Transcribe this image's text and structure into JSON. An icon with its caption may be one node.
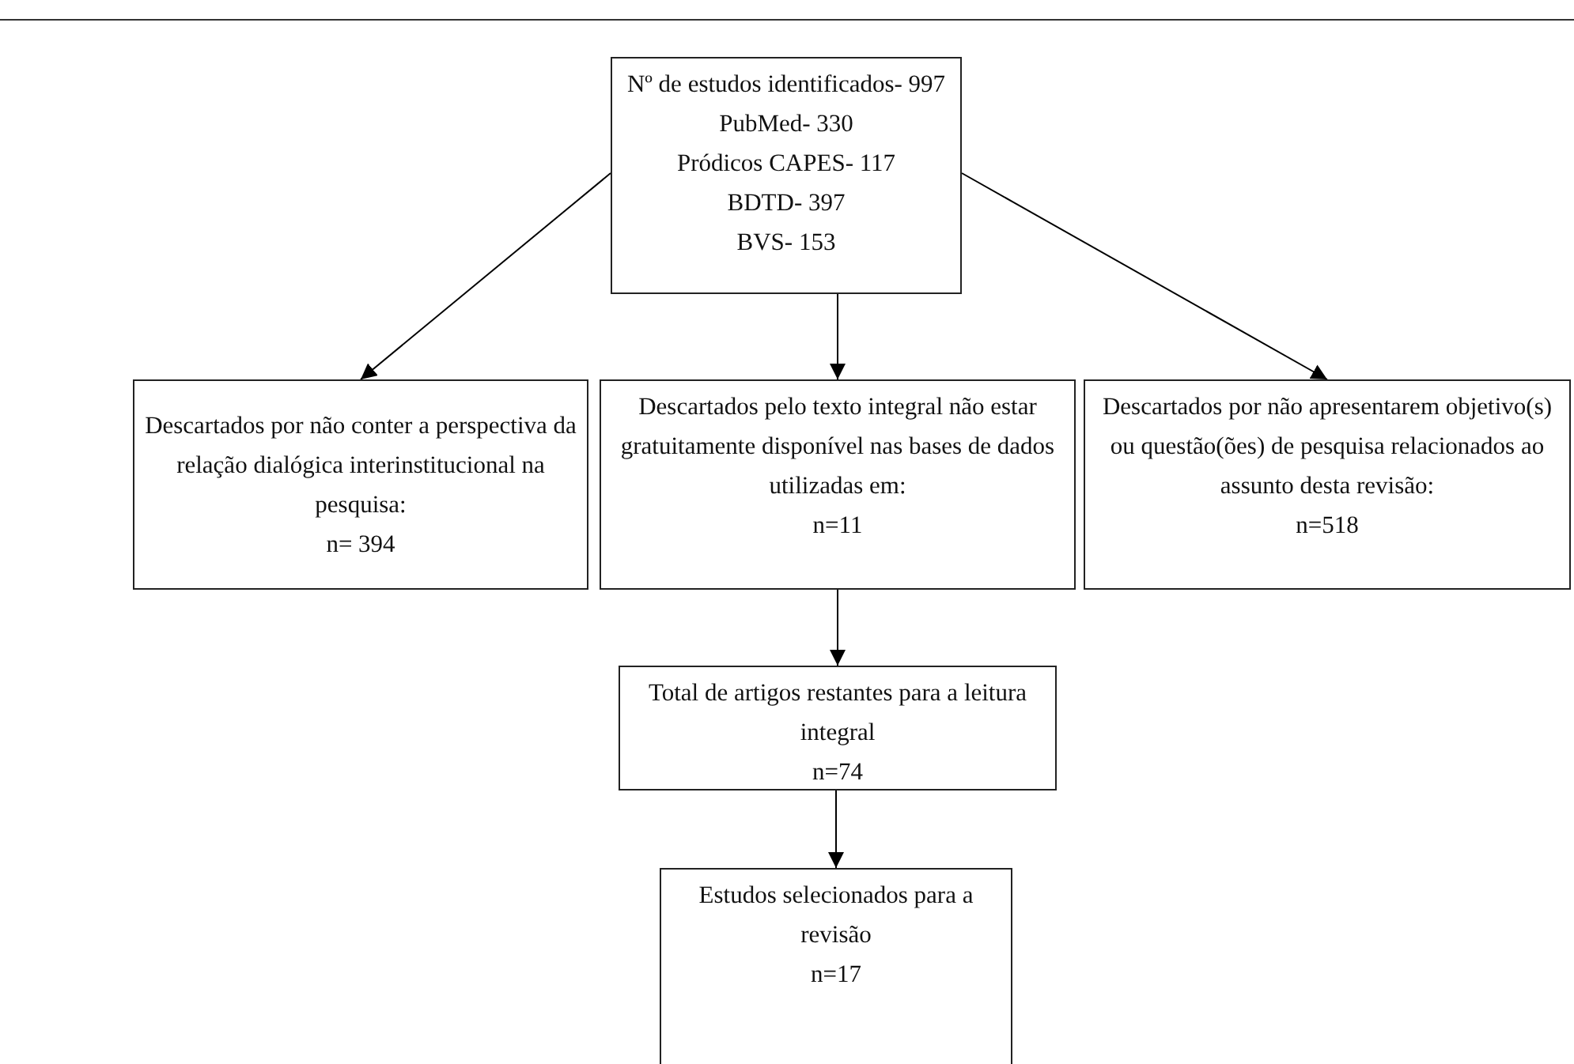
{
  "diagram": {
    "nodes": [
      {
        "text": [
          "Nº de estudos identificados- 997",
          "PubMed- 330",
          "Pródicos CAPES- 117",
          "BDTD- 397",
          "BVS- 153"
        ]
      },
      {
        "text": [
          "Descartados por não conter a perspectiva da relação dialógica interinstitucional na pesquisa:",
          "n= 394"
        ]
      },
      {
        "text": [
          "Descartados pelo texto integral não estar gratuitamente disponível nas bases de dados utilizadas em:",
          "n=11"
        ]
      },
      {
        "text": [
          "Descartados por não apresentarem objetivo(s) ou questão(ões) de pesquisa relacionados ao assunto desta revisão:",
          "n=518"
        ]
      },
      {
        "text": [
          "Total de artigos restantes para a leitura integral",
          "n=74"
        ]
      },
      {
        "text": [
          "Estudos selecionados para a revisão",
          "n=17"
        ]
      }
    ],
    "edges": [
      {
        "from": 0,
        "to": 1,
        "arrow": "to"
      },
      {
        "from": 0,
        "to": 2,
        "arrow": "to"
      },
      {
        "from": 0,
        "to": 3,
        "arrow": "to"
      },
      {
        "from": 2,
        "to": 4,
        "arrow": "to"
      },
      {
        "from": 4,
        "to": 5,
        "arrow": "to"
      }
    ]
  }
}
